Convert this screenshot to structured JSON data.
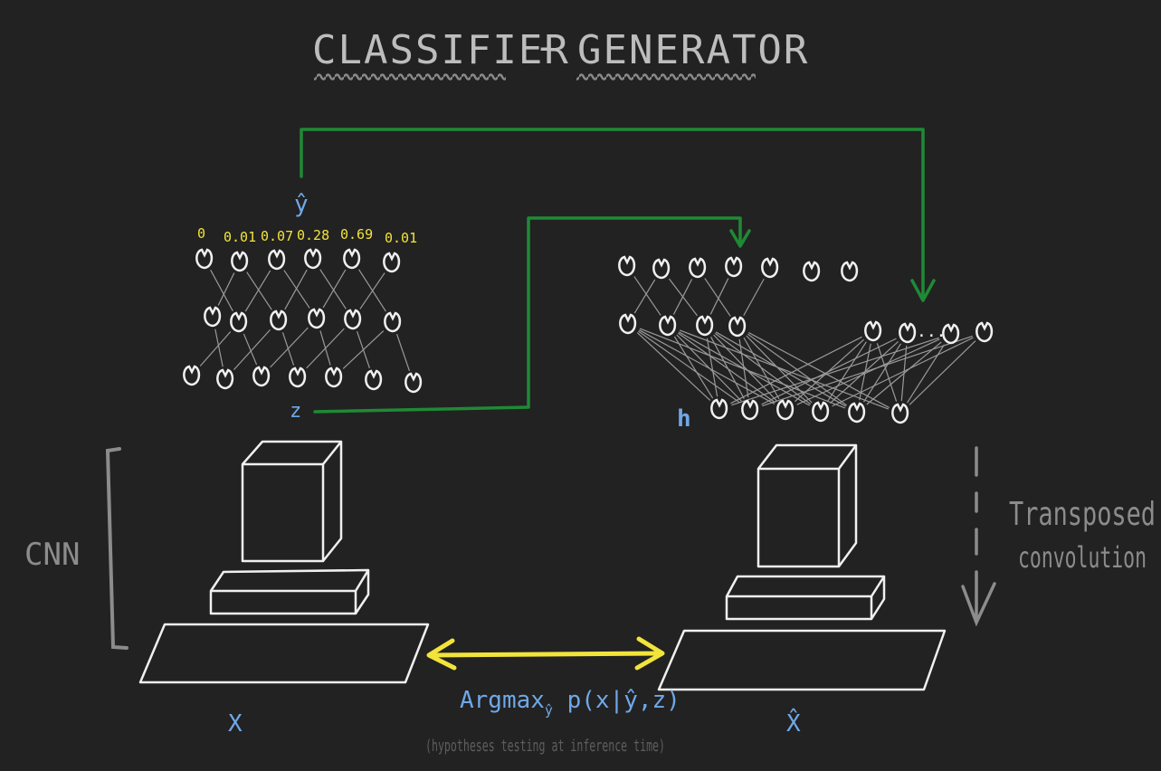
{
  "title": {
    "left": "CLASSIFIER",
    "dash": "-",
    "right": "GENERATOR"
  },
  "classifier": {
    "output_label": "ŷ",
    "latent_label": "z",
    "probabilities": [
      "0",
      "0.01",
      "0.07",
      "0.28",
      "0.69",
      "0.01"
    ]
  },
  "generator": {
    "hidden_label": "h",
    "ellipsis": "..."
  },
  "side_labels": {
    "cnn": "CNN",
    "transposed_line1": "Transposed",
    "transposed_line2": "convolution"
  },
  "bottom": {
    "input_label": "X",
    "output_label": "X̂",
    "objective_prefix": "Argmax",
    "objective_sub": "ŷ",
    "objective_rest": " p(x|ŷ,z)",
    "note": "(hypotheses testing at inference time)"
  },
  "colors": {
    "background": "#222222",
    "green_arrow": "#1f8a35",
    "yellow_arrow": "#f2e43a",
    "label_blue": "#6fa8e8",
    "neuron": "#f0f0f0"
  }
}
